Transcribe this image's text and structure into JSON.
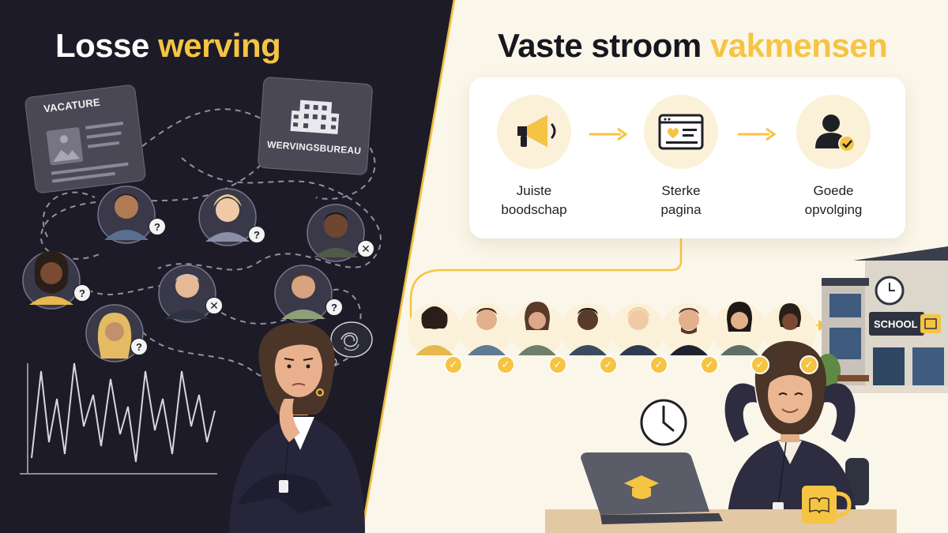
{
  "left": {
    "title_pre": "Losse ",
    "title_accent": "werving",
    "vacancy_label": "VACATURE",
    "agency_label": "WERVINGSBUREAU"
  },
  "right": {
    "title_pre": "Vaste stroom ",
    "title_accent": "vakmensen",
    "steps": [
      {
        "line1": "Juiste",
        "line2": "boodschap",
        "icon": "megaphone-icon"
      },
      {
        "line1": "Sterke",
        "line2": "pagina",
        "icon": "webpage-icon"
      },
      {
        "line1": "Goede",
        "line2": "opvolging",
        "icon": "user-check-icon"
      }
    ],
    "school_label": "SCHOOL"
  },
  "colors": {
    "dark_bg": "#1c1b27",
    "light_bg": "#fbf6ea",
    "accent": "#f6c443",
    "ink": "#17171f"
  }
}
